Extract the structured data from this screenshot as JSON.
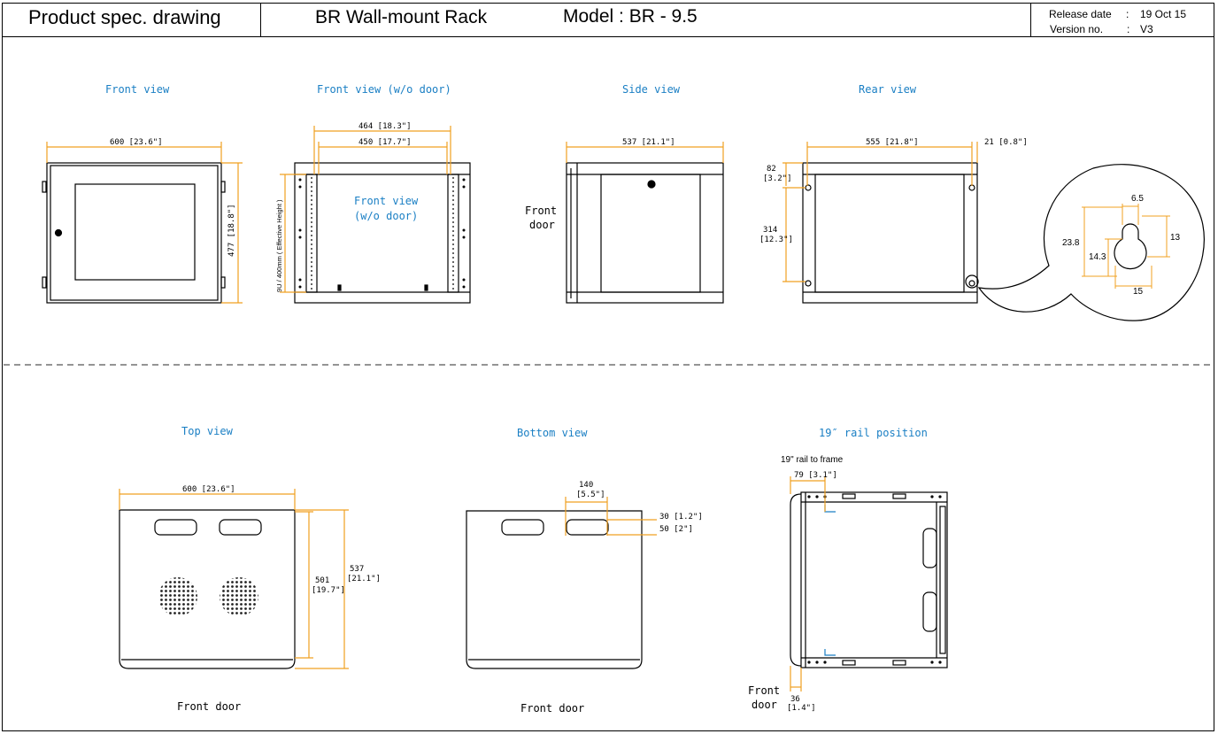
{
  "header": {
    "doc_type": "Product spec. drawing",
    "product": "BR Wall-mount Rack",
    "model": "Model : BR - 9.5",
    "release_label": "Release date",
    "release_sep": ":",
    "release_value": "19 Oct 15",
    "version_label": "Version no.",
    "version_sep": ":",
    "version_value": "V3"
  },
  "views": {
    "front": "Front view",
    "front_wo_door": "Front view (w/o door)",
    "side": "Side view",
    "rear": "Rear view",
    "top": "Top view",
    "bottom": "Bottom view",
    "rail": "19″ rail position"
  },
  "labels": {
    "inner_front_1": "Front view",
    "inner_front_2": "(w/o door)",
    "front_door_1": "Front",
    "front_door_2": "door",
    "front_door_top": "Front door",
    "front_door_bottom": "Front door",
    "rail_to_frame": "19\" rail to frame",
    "effective_height": "9U / 400mm ( Effective Height )"
  },
  "dims": {
    "front_w": "600 [23.6\"]",
    "front_h": "477 [18.8\"]",
    "wo_w1": "464 [18.3\"]",
    "wo_w2": "450 [17.7\"]",
    "side_w": "537 [21.1\"]",
    "rear_w": "555 [21.8\"]",
    "rear_off": "21 [0.8\"]",
    "rear_82a": "82",
    "rear_82b": "[3.2\"]",
    "rear_314a": "314",
    "rear_314b": "[12.3\"]",
    "key_65": "6.5",
    "key_238": "23.8",
    "key_143": "14.3",
    "key_13": "13",
    "key_15": "15",
    "top_w": "600 [23.6\"]",
    "top_501a": "501",
    "top_501b": "[19.7\"]",
    "top_537a": "537",
    "top_537b": "[21.1\"]",
    "bot_140a": "140",
    "bot_140b": "[5.5\"]",
    "bot_30": "30 [1.2\"]",
    "bot_50": "50 [2\"]",
    "rail_79": "79 [3.1\"]",
    "rail_36a": "36",
    "rail_36b": "[1.4\"]"
  },
  "colors": {
    "dimension": "#f0a020",
    "view_title": "#1a7fc4",
    "line": "#000000"
  }
}
